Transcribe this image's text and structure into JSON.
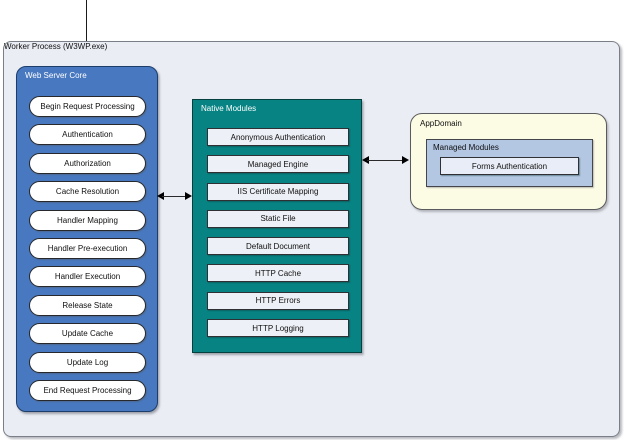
{
  "worker_process": {
    "label": "Worker Process (W3WP.exe)",
    "web_server_core": {
      "label": "Web Server Core",
      "stages": [
        "Begin Request Processing",
        "Authentication",
        "Authorization",
        "Cache Resolution",
        "Handler Mapping",
        "Handler Pre-execution",
        "Handler Execution",
        "Release State",
        "Update Cache",
        "Update Log",
        "End Request Processing"
      ]
    },
    "native_modules": {
      "label": "Native Modules",
      "modules": [
        "Anonymous Authentication",
        "Managed Engine",
        "IIS Certificate Mapping",
        "Static File",
        "Default Document",
        "HTTP Cache",
        "HTTP Errors",
        "HTTP Logging"
      ]
    },
    "app_domain": {
      "label": "AppDomain",
      "managed_modules": {
        "label": "Managed Modules",
        "modules": [
          "Forms Authentication"
        ]
      }
    }
  },
  "colors": {
    "outer_fill": "#eaedf4",
    "web_server_core_fill": "#4878c0",
    "native_modules_fill": "#078383",
    "appdomain_fill": "#fcfbe3",
    "managed_modules_fill": "#b3c6e2",
    "pipeline_stage_fill": "#ffffff",
    "native_item_fill": "#edf0f6",
    "managed_item_fill": "#e9edf7",
    "arrow": "#000000"
  }
}
